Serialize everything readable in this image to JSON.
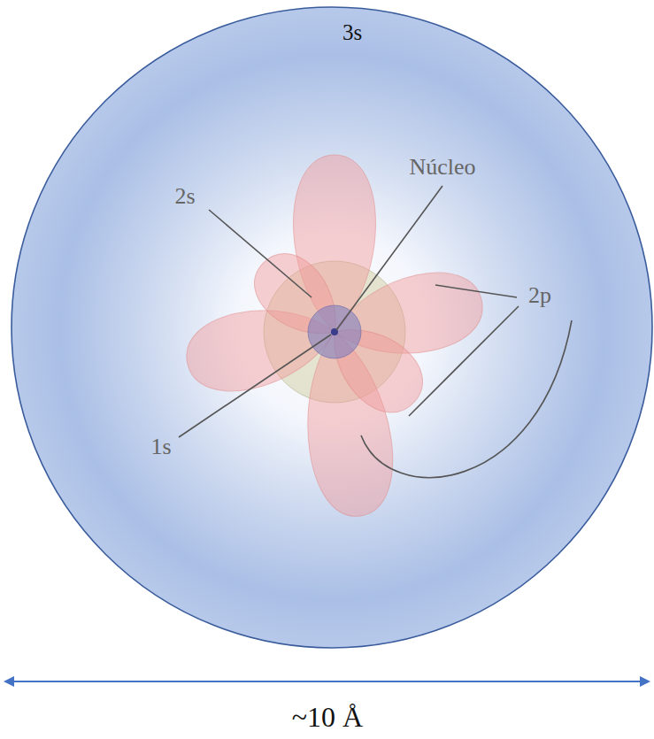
{
  "diagram": {
    "nodes": [
      {
        "text": [
          "3s"
        ]
      }
    ],
    "labels": [
      "Núcleo",
      "2s",
      "2p",
      "1s",
      "~10 Å"
    ]
  }
}
